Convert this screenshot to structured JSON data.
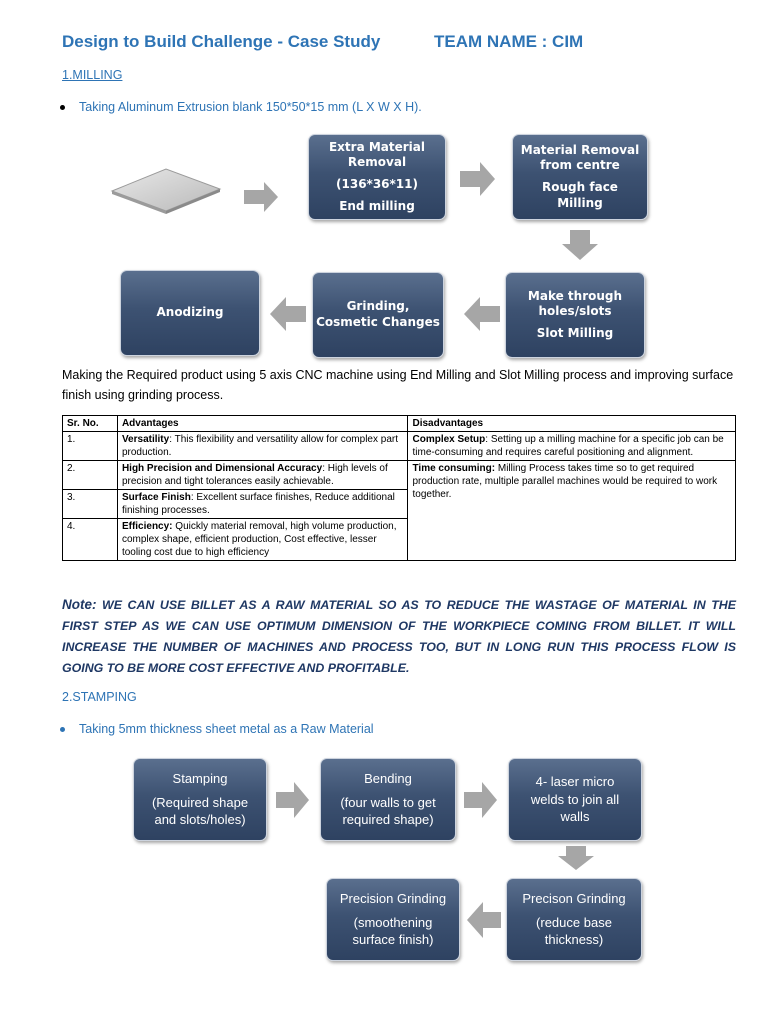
{
  "header": {
    "title": "Design to Build Challenge - Case Study",
    "team": "TEAM NAME : CIM"
  },
  "milling": {
    "heading": "1.MILLING",
    "bullet": "Taking Aluminum Extrusion blank 150*50*15 mm (L X W X H).",
    "steps": {
      "extra_removal": [
        "Extra Material",
        "Removal",
        "(136*36*11)",
        "End milling"
      ],
      "centre_removal": [
        "Material Removal",
        "from centre",
        "Rough face",
        "Milling"
      ],
      "through_holes": [
        "Make through",
        "holes/slots",
        "Slot Milling"
      ],
      "grinding": [
        "Grinding,",
        "Cosmetic Changes"
      ],
      "anodizing": [
        "Anodizing"
      ]
    },
    "description": "Making the Required product using 5 axis CNC machine using End Milling and Slot Milling process and improving surface finish using grinding process.",
    "table": {
      "headers": [
        "Sr. No.",
        "Advantages",
        "Disadvantages"
      ],
      "rows": [
        {
          "sr": "1.",
          "adv_title": "Versatility",
          "adv_text": ": This flexibility and versatility allow for complex part production.",
          "dis_title": "Complex Setup",
          "dis_text": ": Setting up a milling machine for a specific job can be time-consuming and requires careful positioning and alignment."
        },
        {
          "sr": "2.",
          "adv_title": "High Precision and Dimensional Accuracy",
          "adv_text": ": High levels of precision and tight tolerances easily achievable.",
          "dis_title": "Time consuming:",
          "dis_text": " Milling Process takes time so to get required production rate, multiple parallel machines would be required to work together."
        },
        {
          "sr": "3.",
          "adv_title": "Surface Finish",
          "adv_text": ": Excellent surface finishes, Reduce additional finishing processes."
        },
        {
          "sr": "4.",
          "adv_title": "Efficiency:",
          "adv_text": " Quickly material removal, high volume production, complex shape, efficient production, Cost effective, lesser tooling cost due to high efficiency"
        }
      ]
    },
    "note_label": "Note:",
    "note_text": " WE CAN USE BILLET AS A RAW MATERIAL SO AS TO REDUCE THE WASTAGE OF MATERIAL IN THE FIRST STEP AS WE CAN USE OPTIMUM DIMENSION OF THE WORKPIECE COMING FROM BILLET. IT WILL INCREASE THE NUMBER OF MACHINES AND PROCESS TOO, BUT IN LONG RUN THIS PROCESS FLOW IS GOING TO BE MORE COST EFFECTIVE AND PROFITABLE."
  },
  "stamping": {
    "heading": "2.STAMPING",
    "bullet": "Taking 5mm thickness sheet metal as a Raw Material",
    "steps": {
      "stamping": [
        "Stamping",
        "(Required shape",
        "and slots/holes)"
      ],
      "bending": [
        "Bending",
        "(four walls to get",
        "required shape)"
      ],
      "laser": [
        "4- laser micro",
        "welds to join all",
        "walls"
      ],
      "grind_base": [
        "Precison Grinding",
        "(reduce base",
        "thickness)"
      ],
      "grind_finish": [
        "Precision Grinding",
        "(smoothening",
        "surface finish)"
      ]
    }
  },
  "colors": {
    "title": "#2e74b5",
    "box_top": "#5a6f8e",
    "box_bottom": "#2e4261",
    "note": "#1f3864",
    "arrow": "#a6a6a6"
  }
}
